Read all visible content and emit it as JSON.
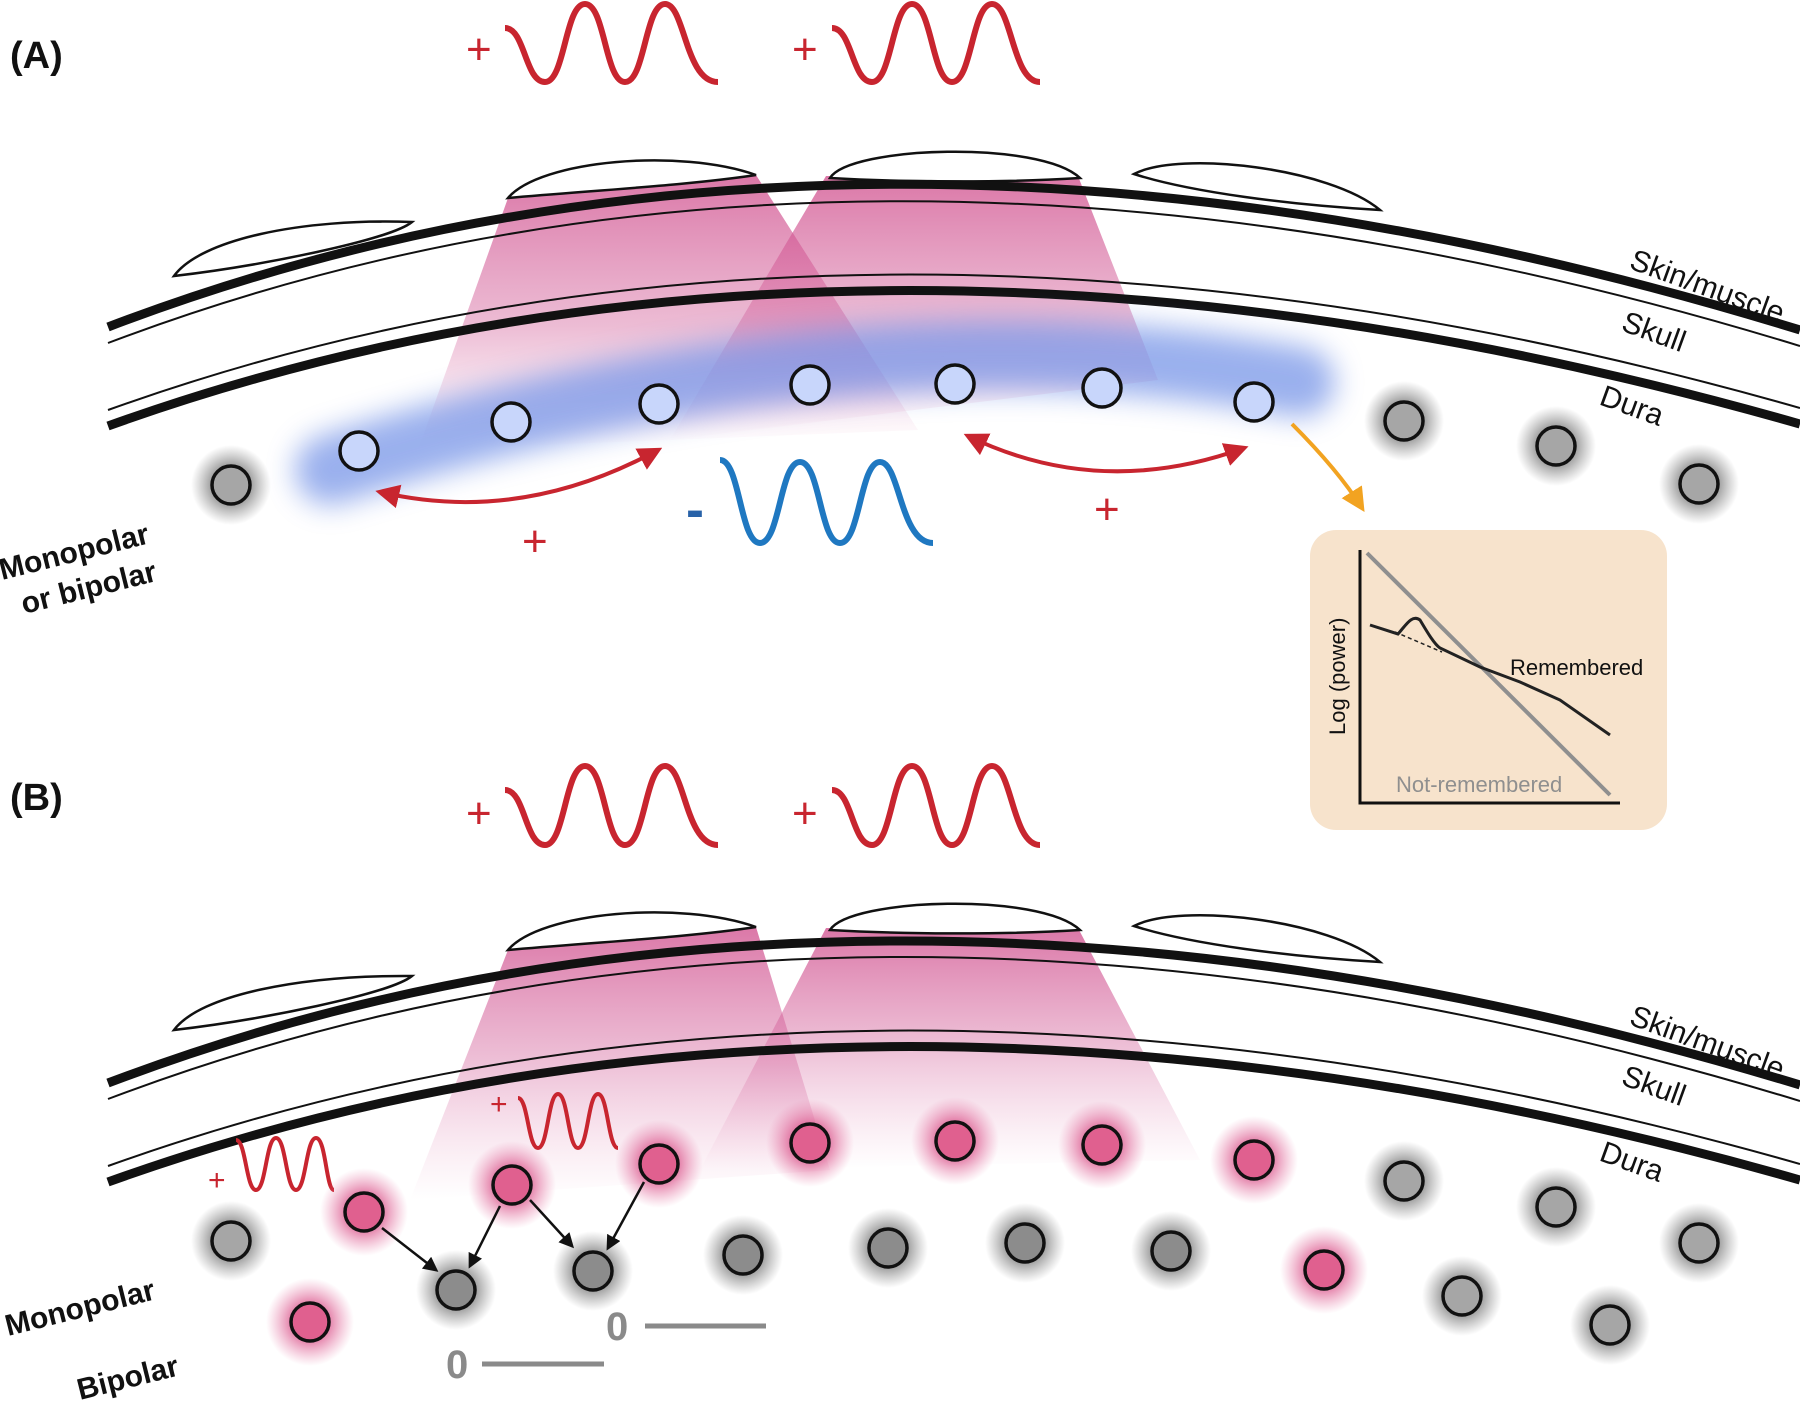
{
  "panels": {
    "a": {
      "label": "(A)",
      "layers": {
        "skin": "Skin/muscle",
        "skull": "Skull",
        "dura": "Dura"
      },
      "reference_label_line1": "Monopolar",
      "reference_label_line2": "or bipolar",
      "wave_signs": [
        "+",
        "+"
      ],
      "connection_signs": [
        "+",
        "+"
      ],
      "negative_sign": "-",
      "inset": {
        "y_axis_label": "Log (power)",
        "series": [
          "Remembered",
          "Not-remembered"
        ]
      }
    },
    "b": {
      "label": "(B)",
      "layers": {
        "skin": "Skin/muscle",
        "skull": "Skull",
        "dura": "Dura"
      },
      "wave_signs": [
        "+",
        "+"
      ],
      "local_wave_signs": [
        "+",
        "+"
      ],
      "reference_labels": [
        "Monopolar",
        "Bipolar"
      ],
      "zero_labels": [
        "0",
        "0"
      ]
    }
  },
  "colors": {
    "red": "#c8252f",
    "blue": "#1f78c1",
    "pink_beam": "#d0508d",
    "blue_glow": "#6f8fe6",
    "inset_bg": "#f7e3cc",
    "orange_arrow": "#f2a321"
  }
}
